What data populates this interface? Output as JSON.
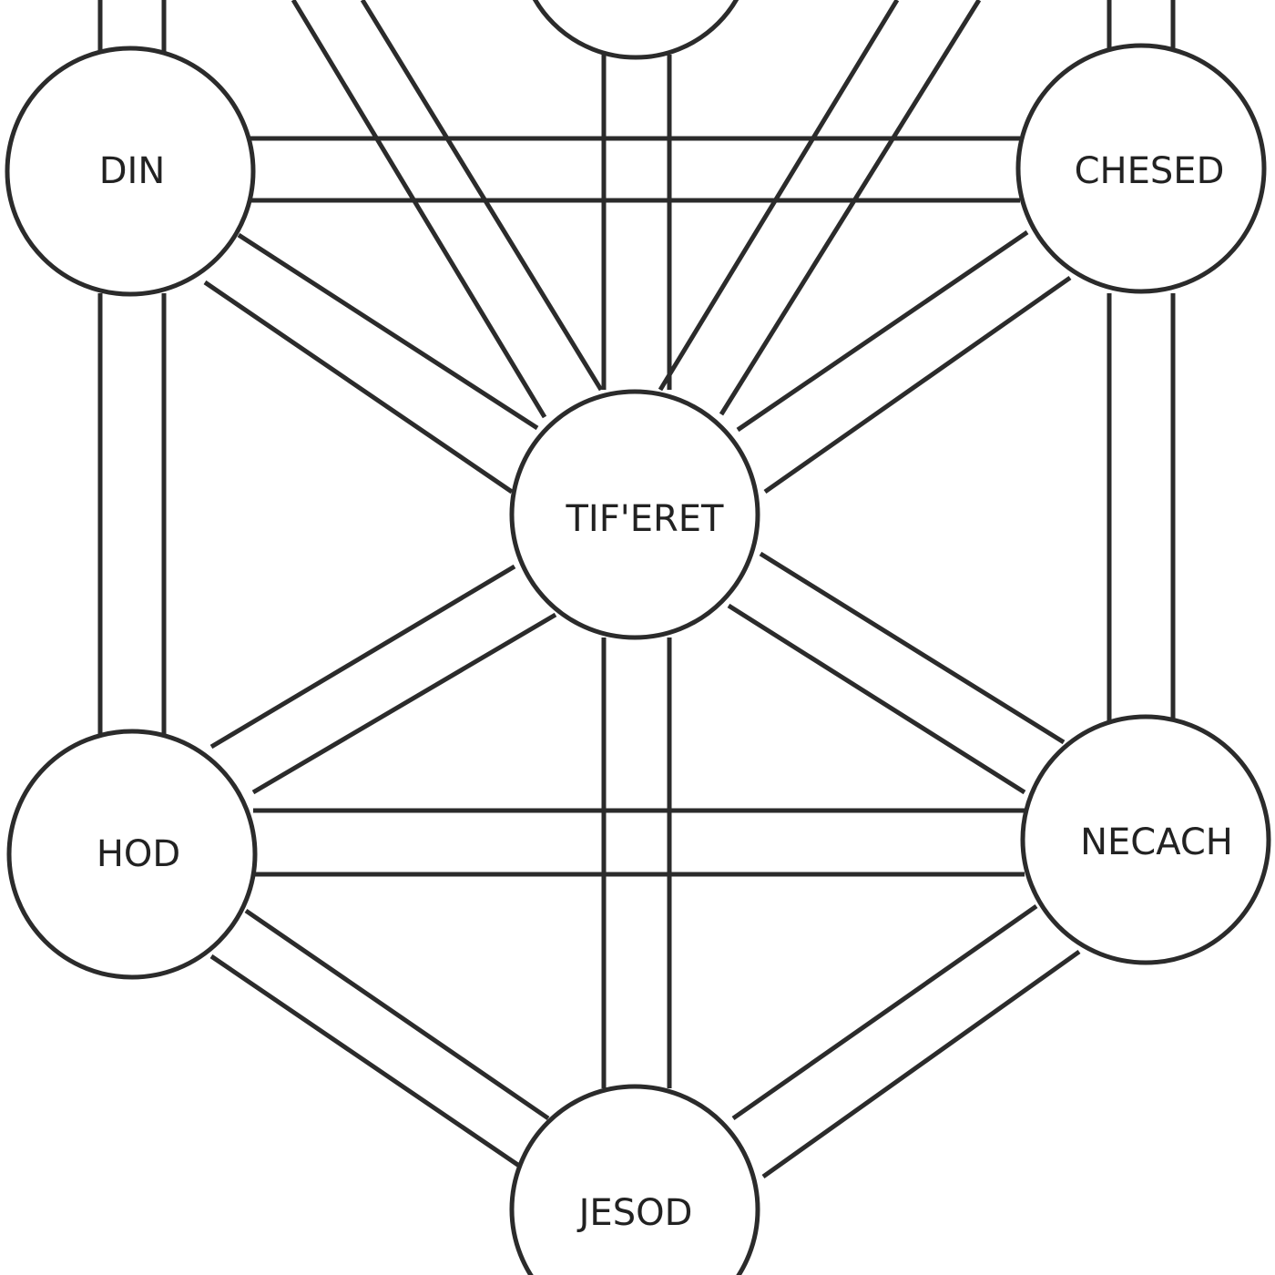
{
  "diagram": {
    "type": "tree-of-life-graph",
    "nodes": [
      {
        "id": "top",
        "label": ""
      },
      {
        "id": "din",
        "label": "DIN"
      },
      {
        "id": "chesed",
        "label": "CHESED"
      },
      {
        "id": "tiferet",
        "label": "TIF'ERET"
      },
      {
        "id": "hod",
        "label": "HOD"
      },
      {
        "id": "necach",
        "label": "NECACH"
      },
      {
        "id": "jesod",
        "label": "JESOD"
      }
    ],
    "edges": [
      [
        "top",
        "tiferet"
      ],
      [
        "din",
        "chesed"
      ],
      [
        "din",
        "tiferet"
      ],
      [
        "chesed",
        "tiferet"
      ],
      [
        "din",
        "hod"
      ],
      [
        "chesed",
        "necach"
      ],
      [
        "tiferet",
        "hod"
      ],
      [
        "tiferet",
        "necach"
      ],
      [
        "tiferet",
        "jesod"
      ],
      [
        "hod",
        "necach"
      ],
      [
        "hod",
        "jesod"
      ],
      [
        "necach",
        "jesod"
      ],
      [
        "din",
        "offscreen-top-left"
      ],
      [
        "chesed",
        "offscreen-top-right"
      ],
      [
        "tiferet",
        "offscreen-upper-left"
      ],
      [
        "tiferet",
        "offscreen-upper-right"
      ]
    ],
    "colors": {
      "stroke": "#2b2b2b",
      "fill": "#ffffff",
      "text": "#222222"
    }
  }
}
